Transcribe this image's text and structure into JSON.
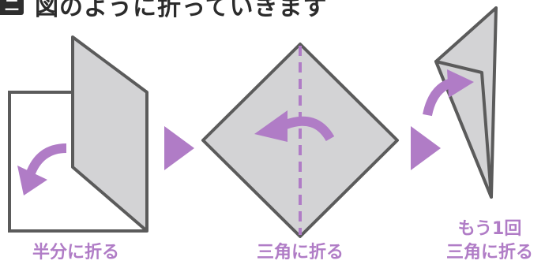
{
  "header": {
    "step_number": "二",
    "title": "図のように折っていきます"
  },
  "steps": [
    {
      "caption": "半分に折る"
    },
    {
      "caption": "三角に折る"
    },
    {
      "caption_line1": "もう1回",
      "caption_line2": "三角に折る"
    }
  ],
  "colors": {
    "paper_fill": "#d3d3d5",
    "outline": "#5b5b5b",
    "accent": "#b07cc6",
    "text_dark": "#2b2b2b"
  },
  "icons": [
    "curved-arrow-icon",
    "triangle-arrow-icon",
    "dashed-fold-line"
  ]
}
